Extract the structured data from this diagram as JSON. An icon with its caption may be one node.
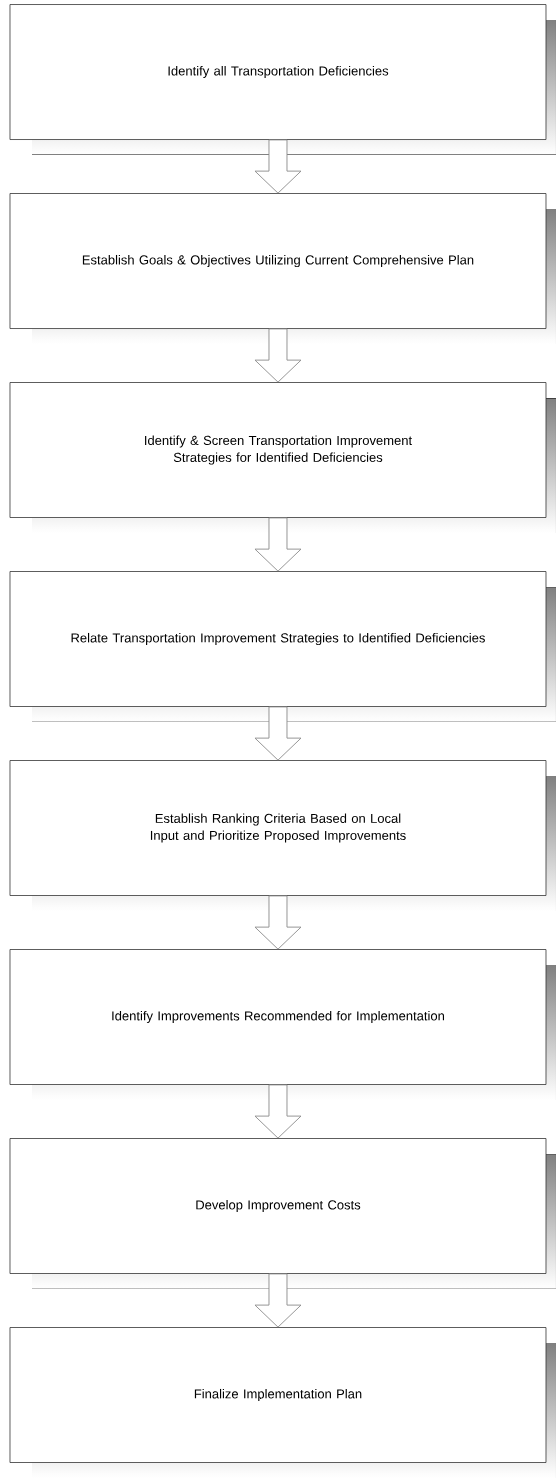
{
  "diagram": {
    "nodes": [
      {
        "text": [
          "Identify all Transportation Deficiencies"
        ]
      },
      {
        "text": [
          "Establish Goals & Objectives Utilizing Current Comprehensive Plan"
        ]
      },
      {
        "text": [
          "Identify & Screen Transportation Improvement Strategies for Identified Deficiencies"
        ]
      },
      {
        "text": [
          "Relate Transportation Improvement Strategies to Identified Deficiencies"
        ]
      },
      {
        "text": [
          "Establish Ranking Criteria Based on Local Input and Prioritize Proposed Improvements"
        ]
      },
      {
        "text": [
          "Identify Improvements Recommended for Implementation"
        ]
      },
      {
        "text": [
          "Develop Improvement Costs"
        ]
      },
      {
        "text": [
          "Finalize Implementation Plan"
        ]
      }
    ],
    "edges": [
      {
        "from": 0,
        "to": 1,
        "arrow": "to"
      },
      {
        "from": 1,
        "to": 2,
        "arrow": "to"
      },
      {
        "from": 2,
        "to": 3,
        "arrow": "to"
      },
      {
        "from": 3,
        "to": 4,
        "arrow": "to"
      },
      {
        "from": 4,
        "to": 5,
        "arrow": "to"
      },
      {
        "from": 5,
        "to": 6,
        "arrow": "to"
      },
      {
        "from": 6,
        "to": 7,
        "arrow": "to"
      }
    ]
  }
}
